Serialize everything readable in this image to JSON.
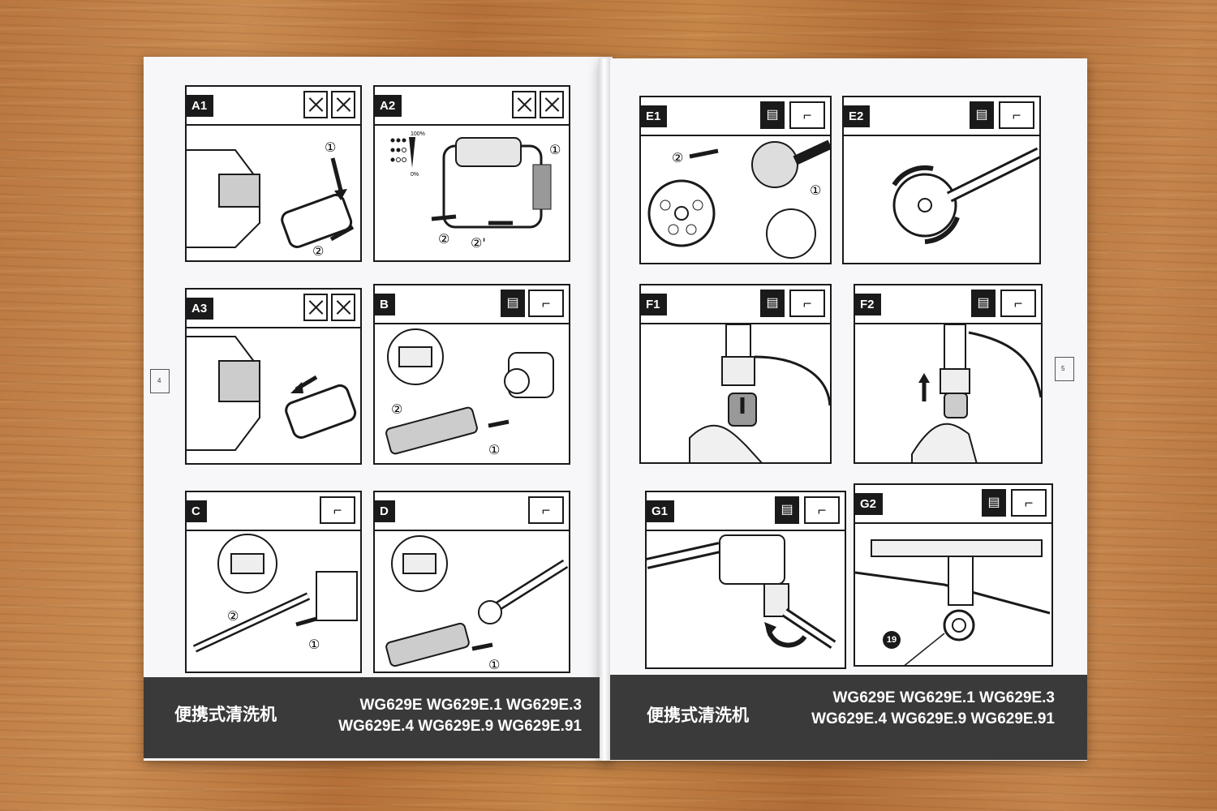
{
  "left_page": {
    "page_number": "4",
    "panels": [
      {
        "label": "A1"
      },
      {
        "label": "A2"
      },
      {
        "label": "A3"
      },
      {
        "label": "B"
      },
      {
        "label": "C"
      },
      {
        "label": "D"
      }
    ],
    "footer": {
      "title": "便携式清洗机",
      "models_line1": "WG629E WG629E.1 WG629E.3",
      "models_line2": "WG629E.4 WG629E.9 WG629E.91"
    }
  },
  "right_page": {
    "page_number": "5",
    "panels": [
      {
        "label": "E1"
      },
      {
        "label": "E2"
      },
      {
        "label": "F1"
      },
      {
        "label": "F2"
      },
      {
        "label": "G1"
      },
      {
        "label": "G2"
      }
    ],
    "part_number": "19",
    "footer": {
      "title": "便携式清洗机",
      "models_line1": "WG629E WG629E.1 WG629E.3",
      "models_line2": "WG629E.4 WG629E.9 WG629E.91"
    }
  },
  "step_numbers": {
    "one": "①",
    "two": "②",
    "two_prime": "②'"
  },
  "battery_levels": {
    "full": "100%",
    "empty": "0%"
  },
  "colors": {
    "wood": "#b9773f",
    "paper": "#f7f7f9",
    "ink": "#1a1a1a",
    "footer": "#3a3a3a"
  }
}
